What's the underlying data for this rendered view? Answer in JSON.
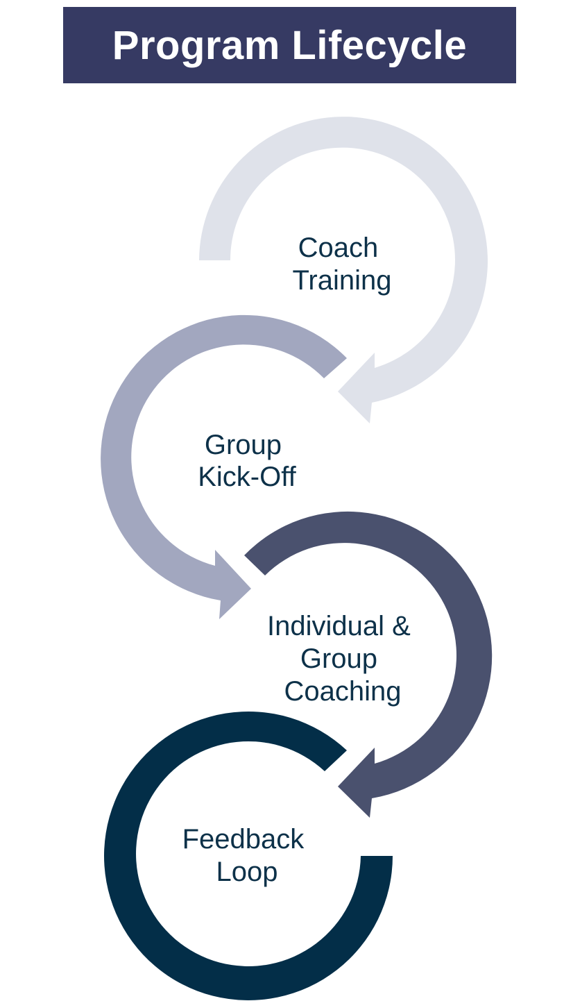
{
  "header": {
    "title": "Program Lifecycle"
  },
  "stages": [
    {
      "id": "coach-training",
      "lines": [
        "Coach",
        "Training"
      ],
      "color": "#dfe2ea"
    },
    {
      "id": "group-kick-off",
      "lines": [
        "Group",
        "Kick-Off"
      ],
      "color": "#a2a7bf"
    },
    {
      "id": "individual-group-coaching",
      "lines": [
        "Individual &",
        "Group",
        "Coaching"
      ],
      "color": "#4a516e"
    },
    {
      "id": "feedback-loop",
      "lines": [
        "Feedback",
        "Loop"
      ],
      "color": "#032e48"
    }
  ]
}
